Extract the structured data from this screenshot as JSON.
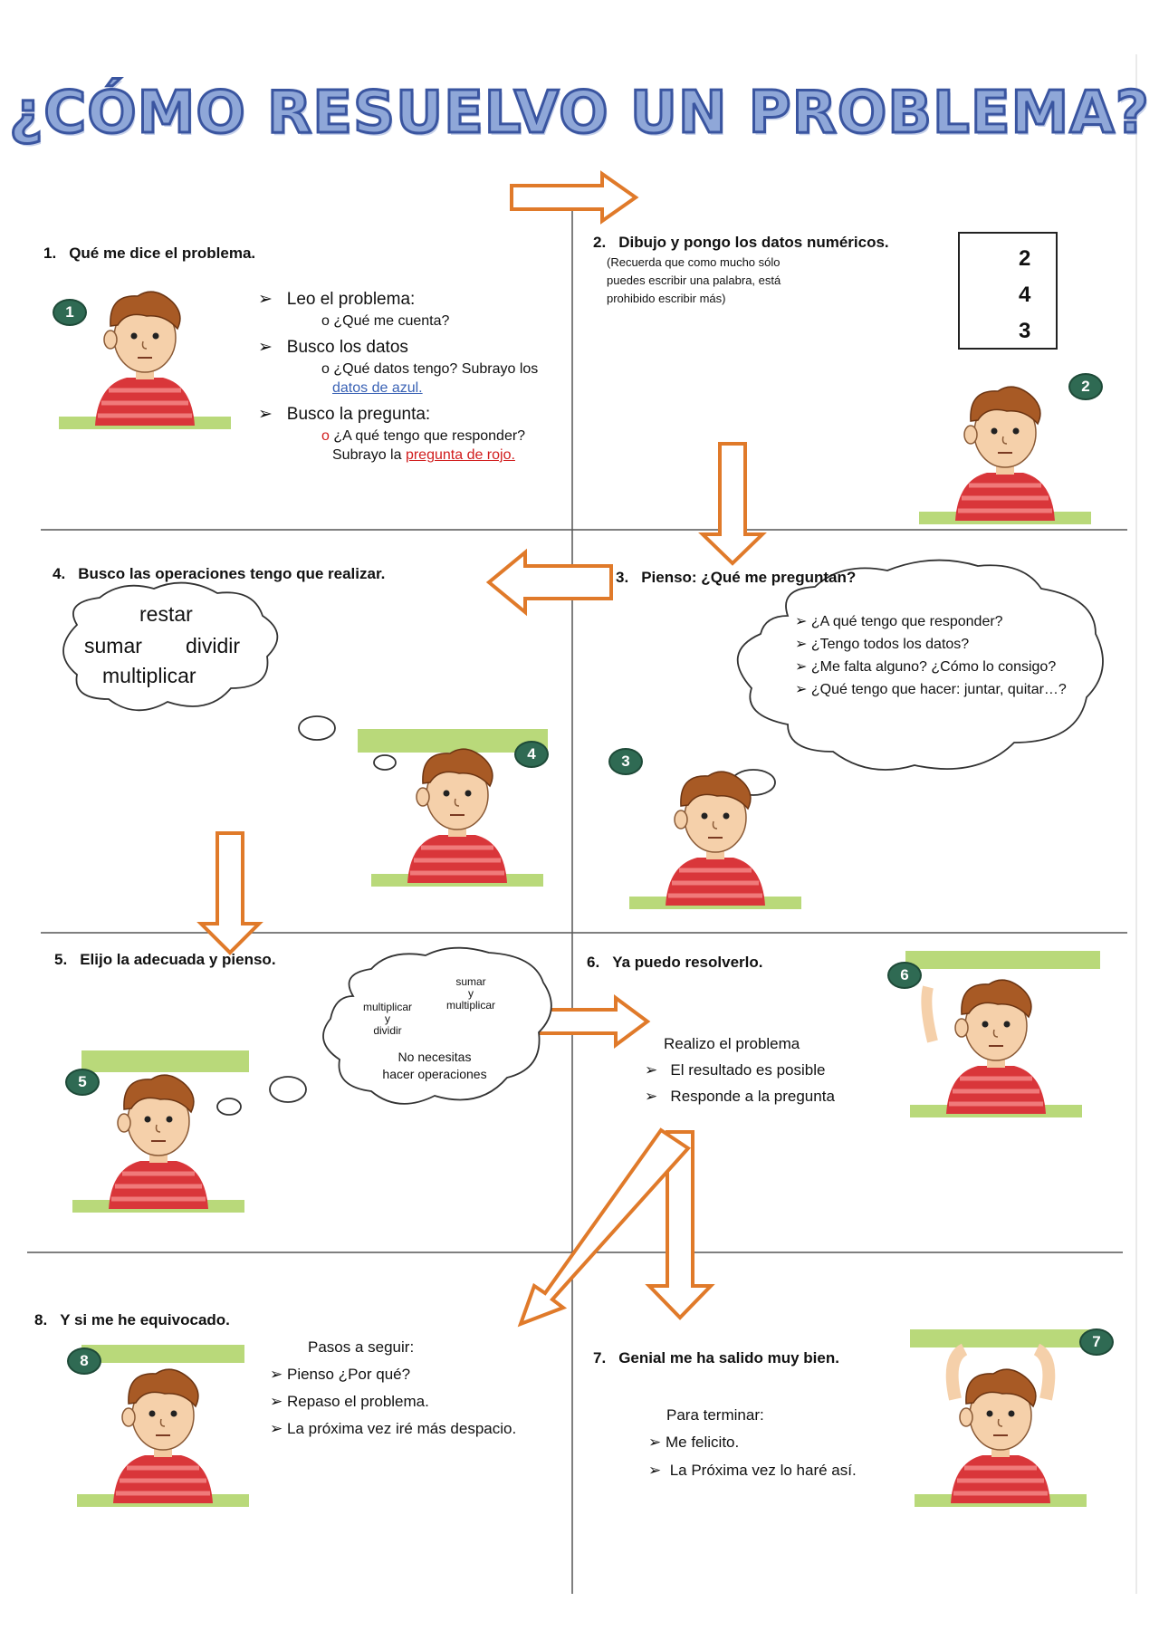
{
  "title": "¿CÓMO RESUELVO UN PROBLEMA?",
  "step1": {
    "number": "1.",
    "heading": "Qué me dice el problema.",
    "badge": "1",
    "b1": "Leo el problema:",
    "b1_sub": "¿Qué me cuenta?",
    "b2": "Busco los datos",
    "b2_sub": "¿Qué datos tengo? Subrayo los",
    "b2_sub_u": "datos de azul.",
    "b3": "Busco la pregunta:",
    "b3_sub": "¿A qué tengo que responder?",
    "b3_sub2": "Subrayo la",
    "b3_sub2_u": "pregunta de rojo."
  },
  "step2": {
    "number": "2.",
    "heading": "Dibujo y pongo los datos numéricos.",
    "note_l1": "(Recuerda que como mucho sólo",
    "note_l2": "puedes escribir una palabra, está",
    "note_l3": "prohibido escribir más)",
    "badge": "2",
    "fruit_counts": [
      "2",
      "4",
      "3"
    ]
  },
  "step3": {
    "number": "3.",
    "heading": "Pienso: ¿Qué me  preguntan?",
    "badge": "3",
    "q1": "¿A qué tengo que responder?",
    "q2": "¿Tengo todos los datos?",
    "q3": "¿Me falta alguno? ¿Cómo lo consigo?",
    "q4": "¿Qué tengo que hacer: juntar, quitar…?"
  },
  "step4": {
    "number": "4.",
    "heading": "Busco las operaciones tengo que realizar.",
    "badge": "4",
    "op_restar": "restar",
    "op_sumar": "sumar",
    "op_dividir": "dividir",
    "op_multiplicar": "multiplicar"
  },
  "step5": {
    "number": "5.",
    "heading": "Elijo la adecuada  y pienso.",
    "badge": "5",
    "c_sumar": "sumar",
    "c_y1": "y",
    "c_mult2": "multiplicar",
    "c_mult": "multiplicar",
    "c_y2": "y",
    "c_dividir": "dividir",
    "c_no1": "No necesitas",
    "c_no2": "hacer operaciones"
  },
  "step6": {
    "number": "6.",
    "heading": "Ya puedo resolverlo.",
    "badge": "6",
    "l1": "Realizo el problema",
    "l2": "El resultado es posible",
    "l3": "Responde a la pregunta"
  },
  "step7": {
    "number": "7.",
    "heading": "Genial me ha salido muy bien.",
    "badge": "7",
    "l1": "Para terminar:",
    "l2": "Me felicito.",
    "l3": "La Próxima vez lo haré así."
  },
  "step8": {
    "number": "8.",
    "heading": "Y si me he equivocado.",
    "badge": "8",
    "l1": "Pasos a seguir:",
    "l2": "Pienso ¿Por qué?",
    "l3": "Repaso el problema.",
    "l4": "La próxima vez iré más despacio."
  },
  "colors": {
    "arrow": "#e07a2a",
    "green": "#b9d97a",
    "shirt": "#d9363a",
    "hair": "#a85a25",
    "badge": "#2f6a53"
  },
  "icons": [
    "arrow-right-icon",
    "arrow-down-icon",
    "arrow-left-icon",
    "arrow-diagonal-icon",
    "apple-icon",
    "orange-icon",
    "pear-icon",
    "thought-cloud",
    "boy-illustration"
  ]
}
